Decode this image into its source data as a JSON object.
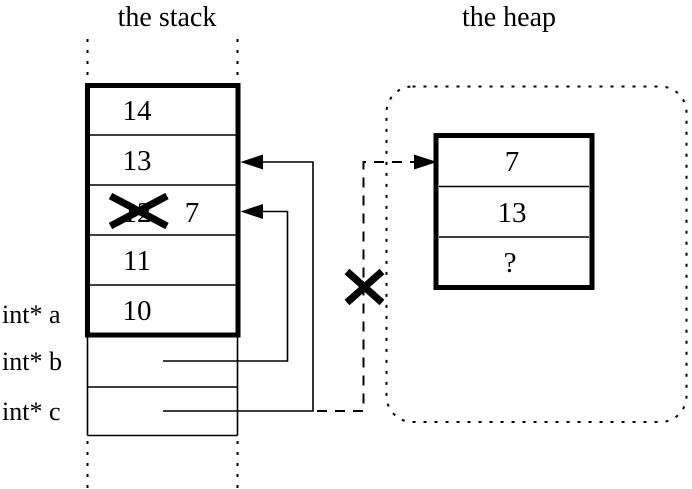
{
  "stack": {
    "title": "the stack",
    "cells": [
      {
        "value": "14"
      },
      {
        "value": "13"
      },
      {
        "value": "12",
        "crossed": true,
        "new_value": "7"
      },
      {
        "value": "11"
      },
      {
        "value": "10"
      }
    ],
    "pointer_labels": [
      {
        "name": "a",
        "label": "int* a"
      },
      {
        "name": "b",
        "label": "int* b"
      },
      {
        "name": "c",
        "label": "int* c"
      }
    ]
  },
  "heap": {
    "title": "the heap",
    "cells": [
      {
        "value": "7"
      },
      {
        "value": "13"
      },
      {
        "value": "?"
      }
    ]
  },
  "icons": {
    "cross_out": "x-mark",
    "arrowhead": "solid-triangle"
  },
  "colors": {
    "ink": "#000000",
    "background": "#ffffff"
  }
}
